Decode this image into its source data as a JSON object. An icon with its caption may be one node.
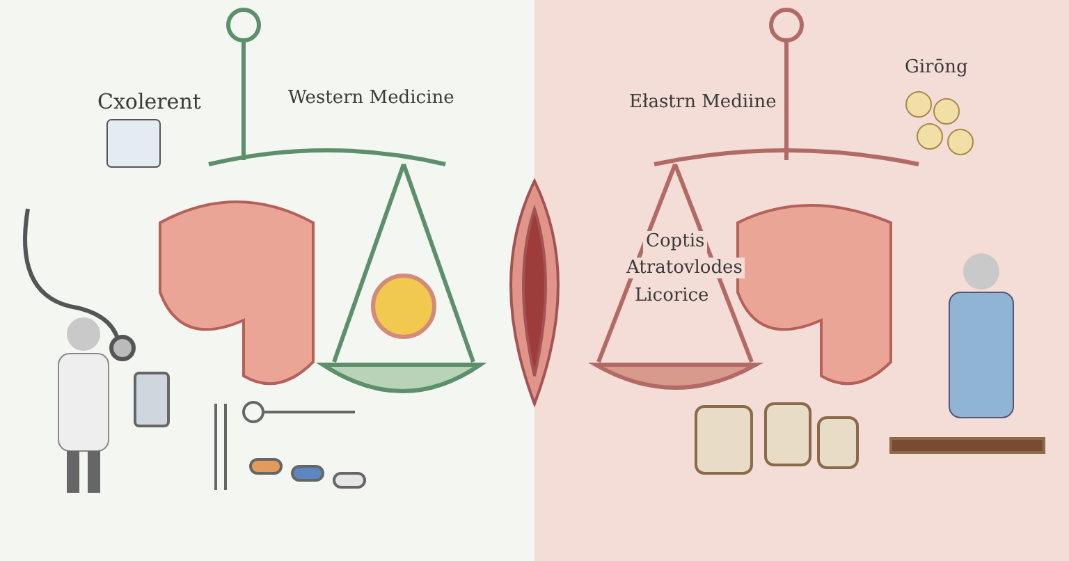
{
  "diagram": {
    "labels": [
      "Cxolerent",
      "Western Medicine",
      "Ełastrn Mediine",
      "Girōng",
      "Coptis",
      "Atratovlodes",
      "Licorice"
    ]
  }
}
